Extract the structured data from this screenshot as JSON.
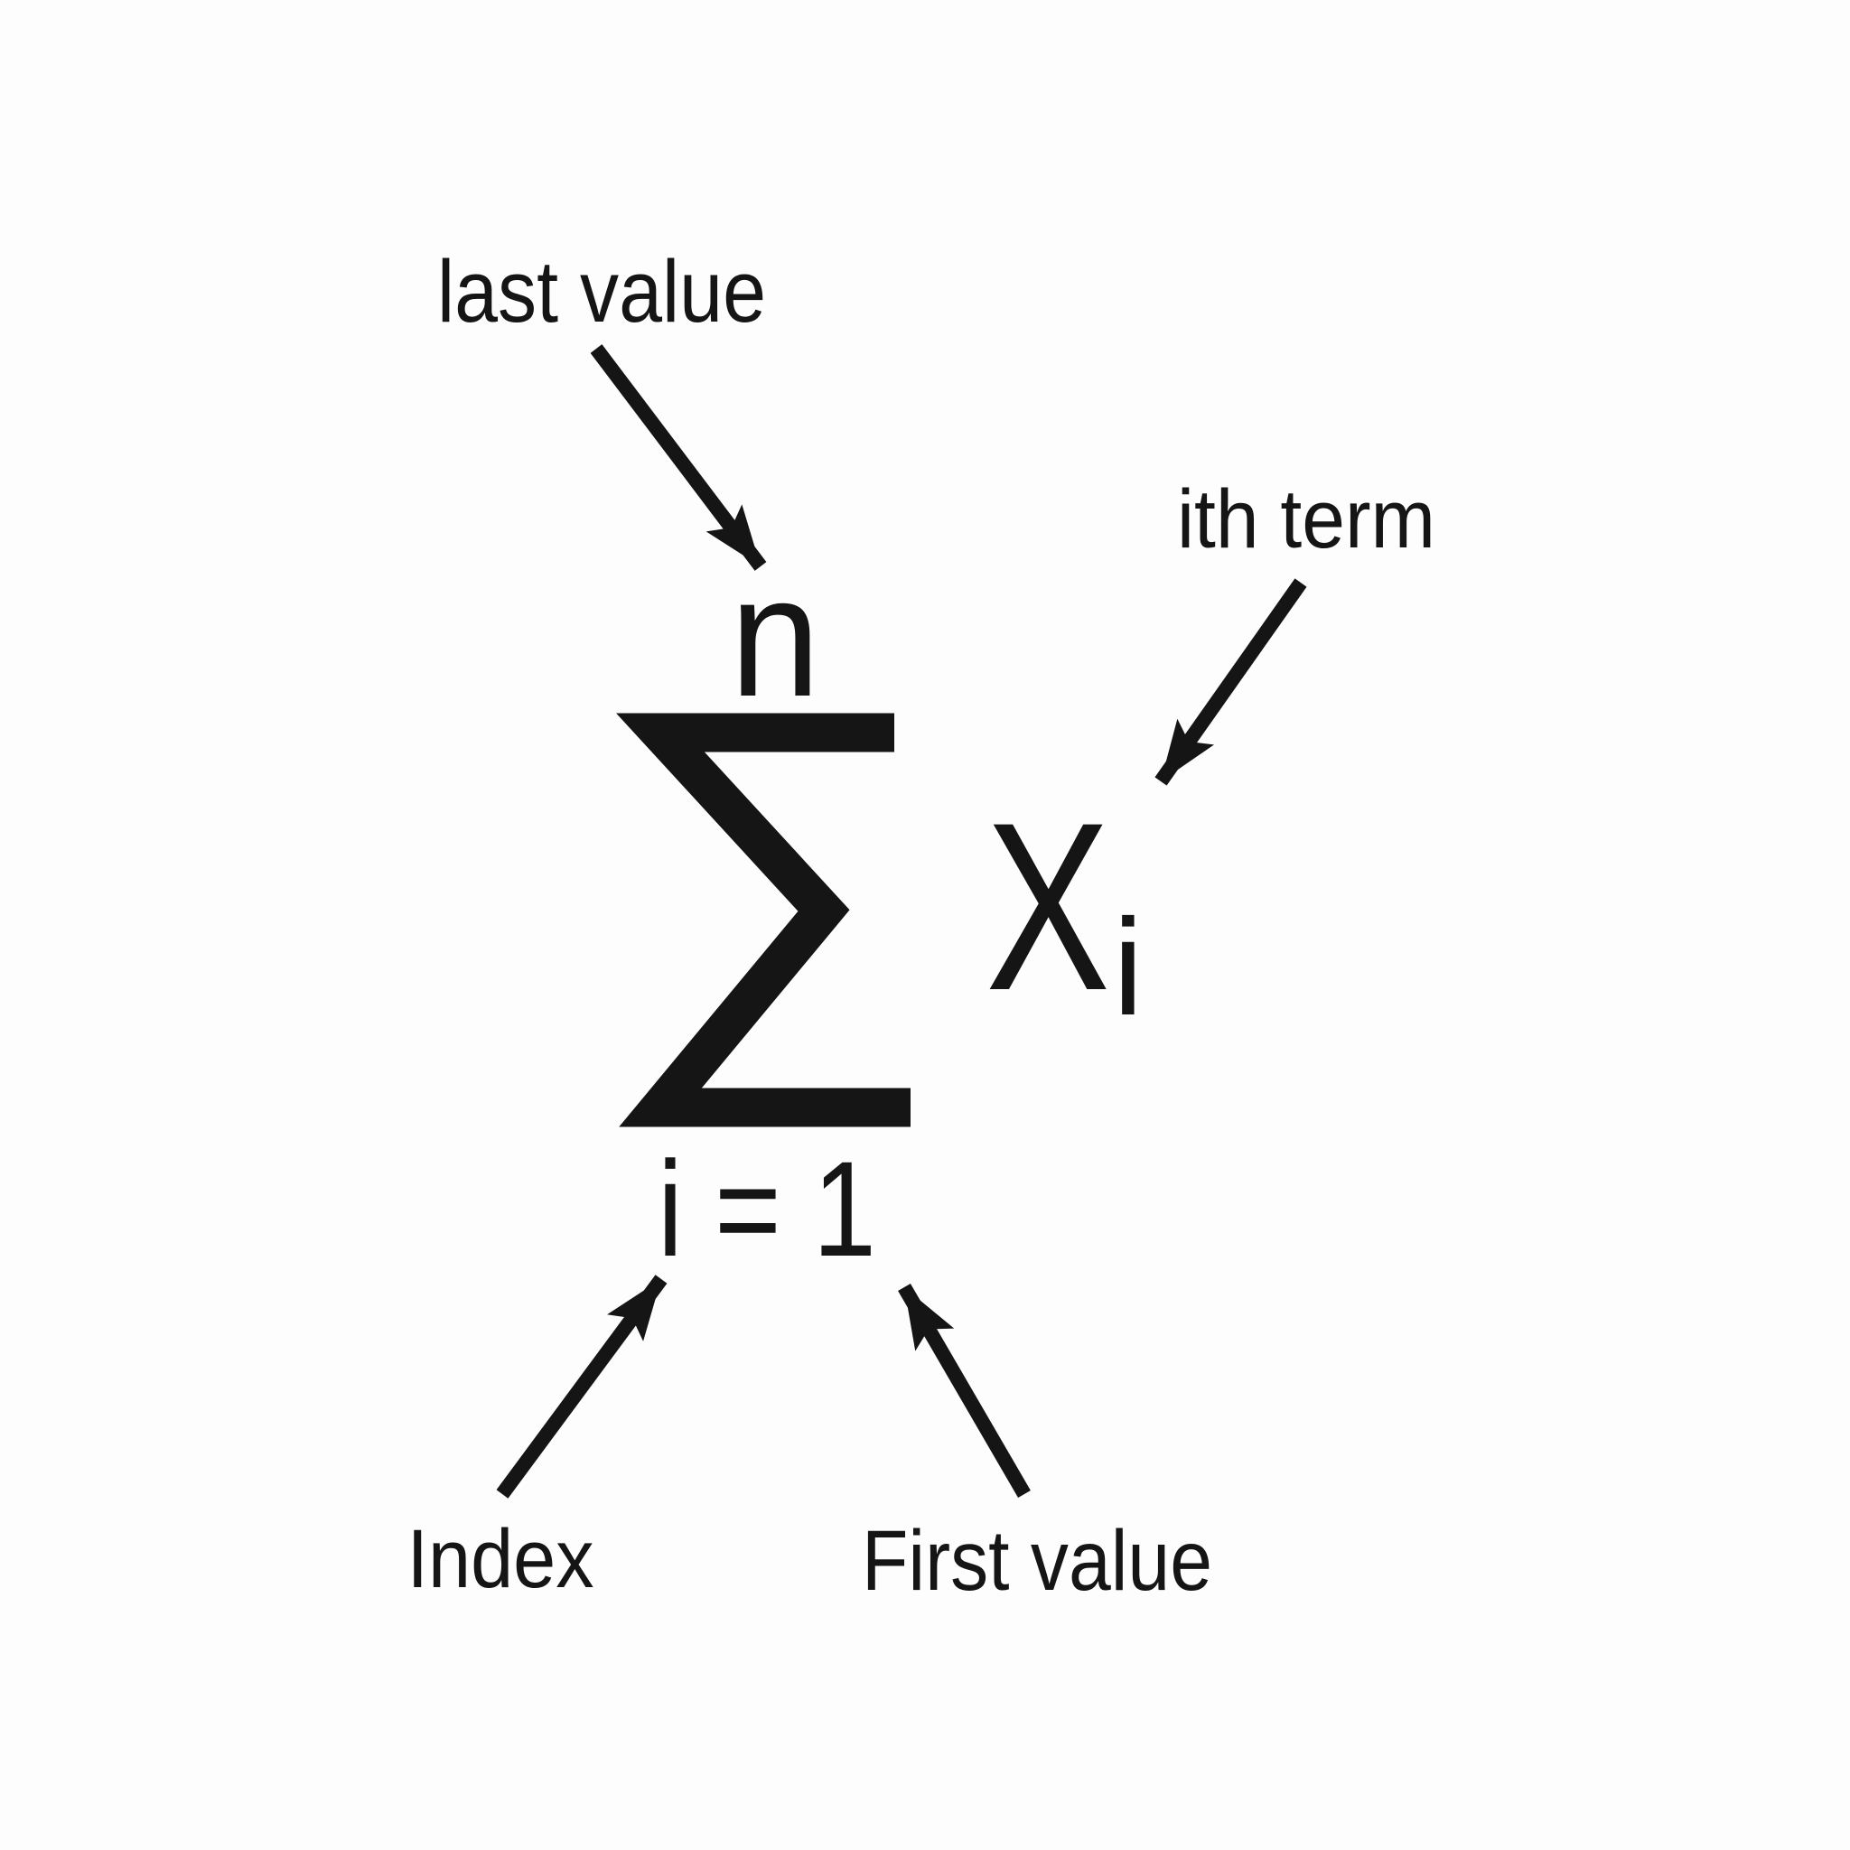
{
  "diagram": {
    "description": "Sigma summation notation explained",
    "colors": {
      "ink": "#151515",
      "background": "#fdfdfd"
    },
    "formula": {
      "sigma_symbol": "Σ",
      "upper_limit": "n",
      "term_base": "X",
      "term_subscript": "i",
      "lower_limit": "i = 1"
    },
    "callouts": {
      "last_value": "last value",
      "ith_term": "ith term",
      "index": "Index",
      "first_value": "First value"
    }
  }
}
